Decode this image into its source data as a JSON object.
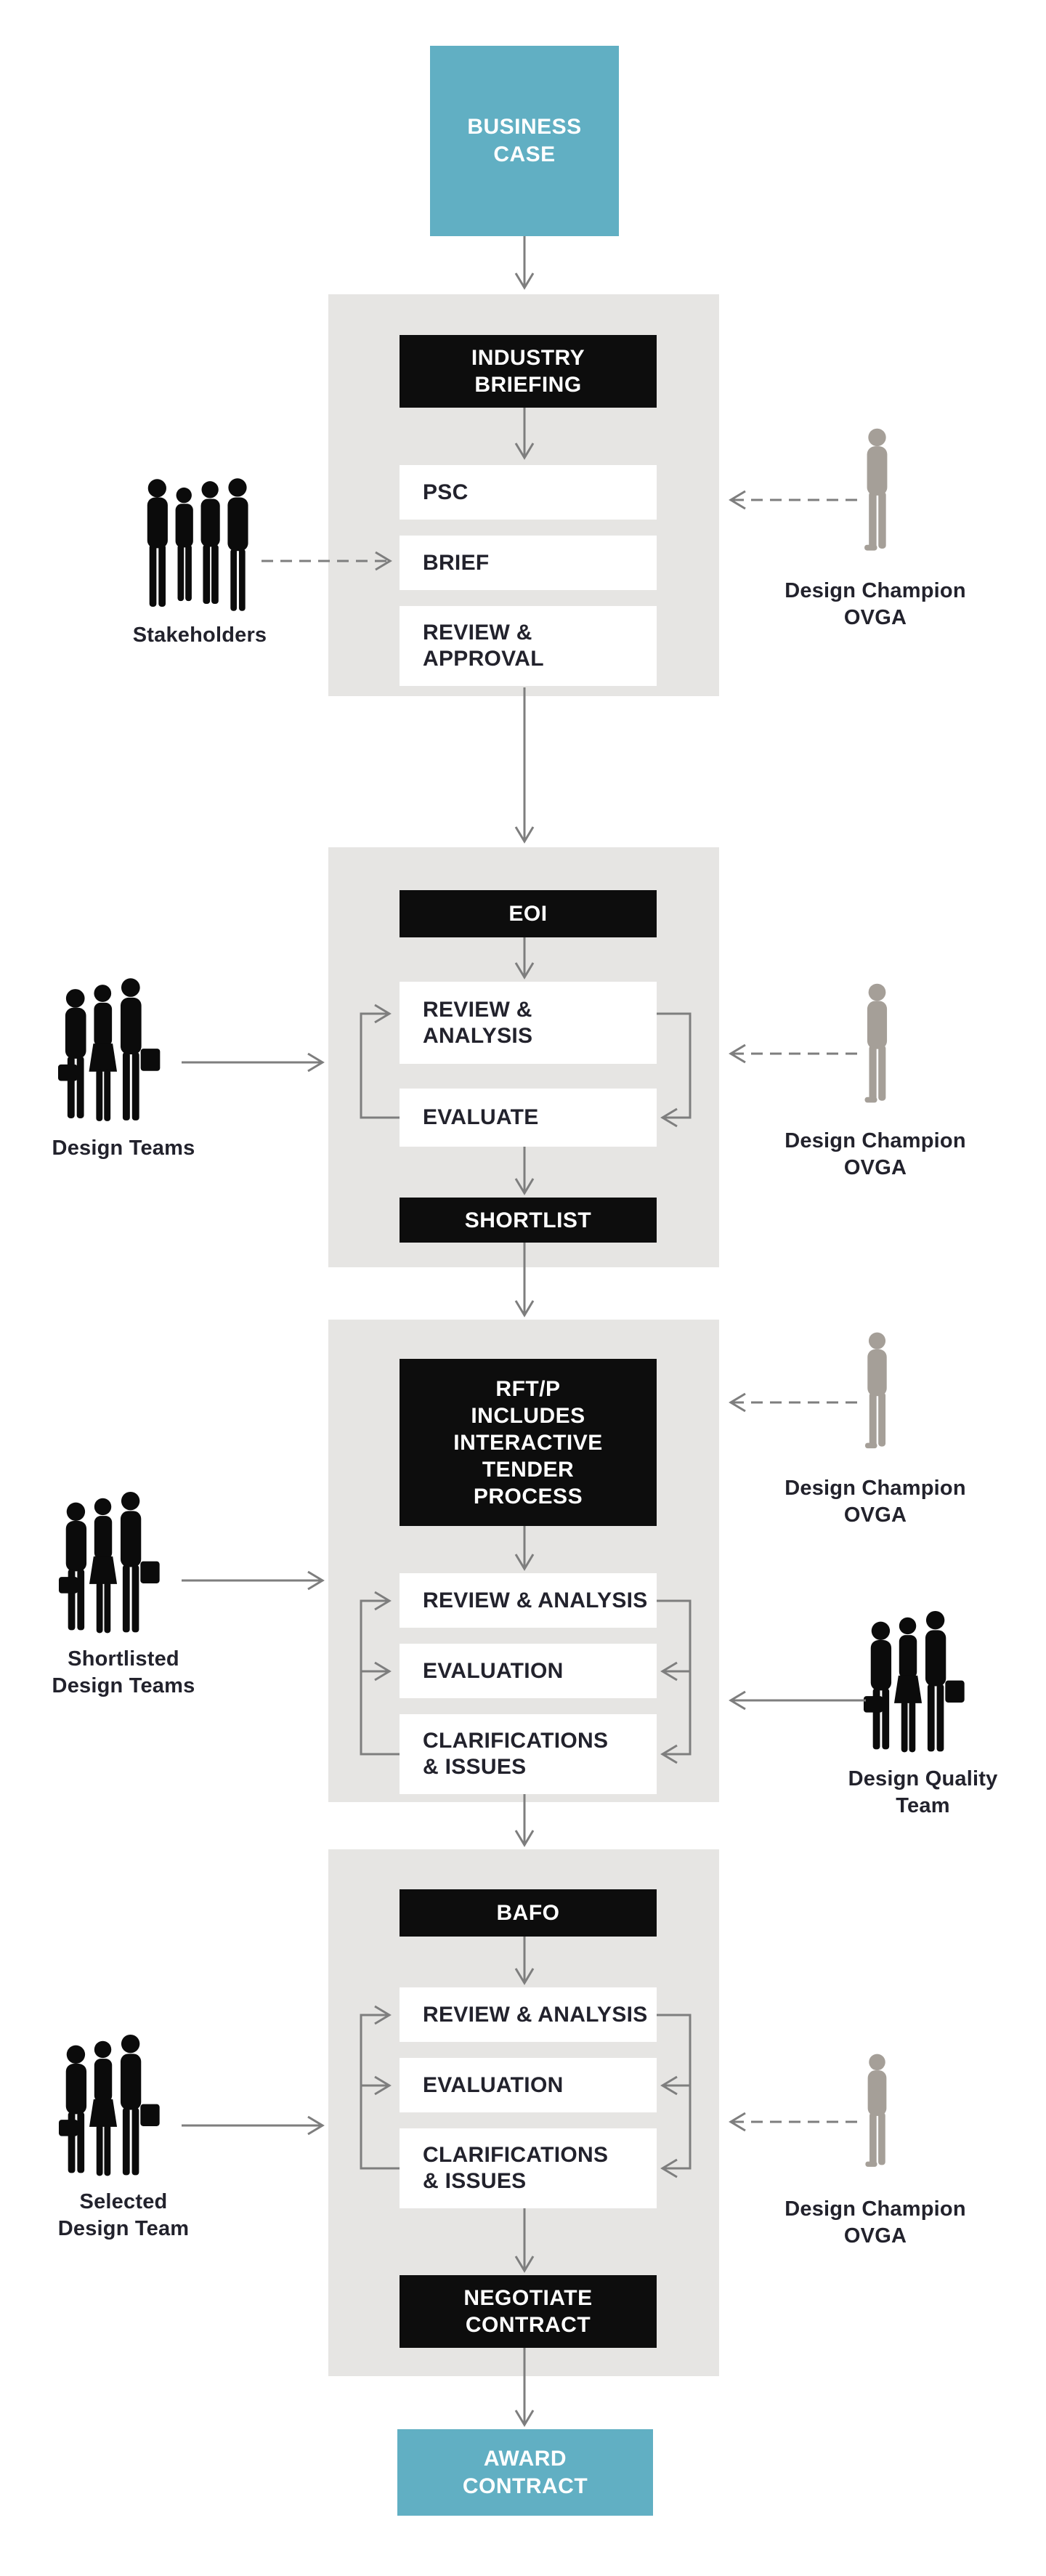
{
  "colors": {
    "teal": "#61afc3",
    "panel_gray": "#e6e5e3",
    "black_box": "#0d0d0d",
    "arrow_gray": "#7e7e7e",
    "text_dark": "#22222c",
    "figure_black": "#0b0b0b",
    "figure_gray": "#a59f98"
  },
  "start": {
    "label": "BUSINESS\nCASE"
  },
  "end": {
    "label": "AWARD\nCONTRACT"
  },
  "panels": [
    {
      "header": "INDUSTRY\nBRIEFING",
      "steps": [
        "PSC",
        "BRIEF",
        "REVIEW &\nAPPROVAL"
      ]
    },
    {
      "header": "EOI",
      "steps": [
        "REVIEW &\nANALYSIS",
        "EVALUATE"
      ],
      "footer": "SHORTLIST"
    },
    {
      "header": "RFT/P\nINCLUDES\nINTERACTIVE\nTENDER\nPROCESS",
      "steps": [
        "REVIEW & ANALYSIS",
        "EVALUATION",
        "CLARIFICATIONS\n& ISSUES"
      ]
    },
    {
      "header": "BAFO",
      "steps": [
        "REVIEW & ANALYSIS",
        "EVALUATION",
        "CLARIFICATIONS\n& ISSUES"
      ],
      "footer": "NEGOTIATE\nCONTRACT"
    }
  ],
  "actors": {
    "stakeholders": {
      "label": "Stakeholders"
    },
    "design_champion_briefing": {
      "label": "Design Champion\nOVGA"
    },
    "design_teams": {
      "label": "Design Teams"
    },
    "design_champion_eoi": {
      "label": "Design Champion\nOVGA"
    },
    "shortlisted_design_teams": {
      "label": "Shortlisted\nDesign Teams"
    },
    "design_champion_rft": {
      "label": "Design Champion\nOVGA"
    },
    "design_quality_team": {
      "label": "Design Quality\nTeam"
    },
    "selected_design_team": {
      "label": "Selected\nDesign Team"
    },
    "design_champion_bafo": {
      "label": "Design Champion\nOVGA"
    }
  }
}
